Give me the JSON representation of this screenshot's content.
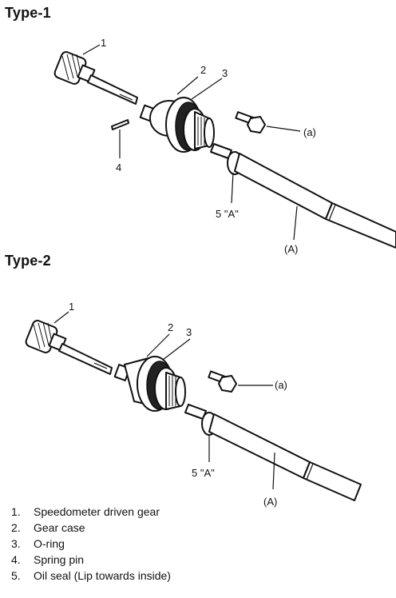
{
  "type1": {
    "title": "Type-1",
    "labels": {
      "item1": "1",
      "item2": "2",
      "item3": "3",
      "item4": "4",
      "item5": "5 \"A\"",
      "bolt": "(a)",
      "cable": "(A)"
    }
  },
  "type2": {
    "title": "Type-2",
    "labels": {
      "item1": "1",
      "item2": "2",
      "item3": "3",
      "item5": "5 \"A\"",
      "bolt": "(a)",
      "cable": "(A)"
    }
  },
  "legend": [
    {
      "num": "1.",
      "text": "Speedometer driven gear"
    },
    {
      "num": "2.",
      "text": "Gear case"
    },
    {
      "num": "3.",
      "text": "O-ring"
    },
    {
      "num": "4.",
      "text": "Spring pin"
    },
    {
      "num": "5.",
      "text": "Oil seal (Lip towards inside)"
    }
  ]
}
